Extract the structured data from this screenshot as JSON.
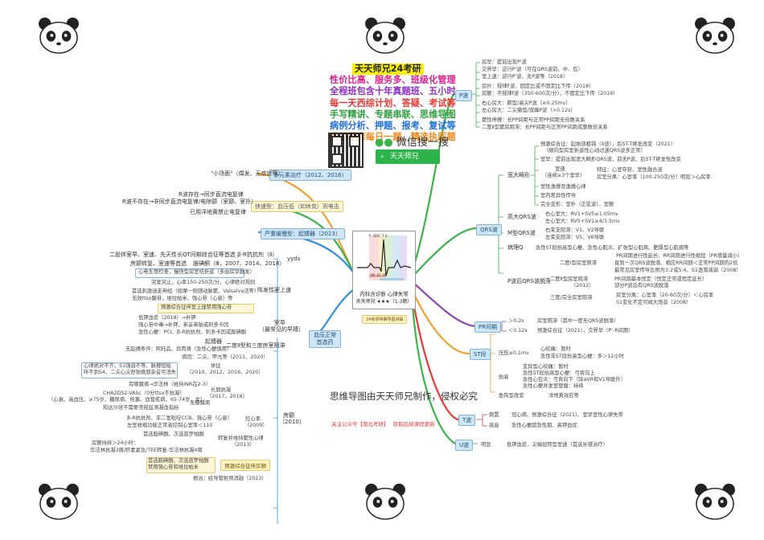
{
  "colors": {
    "accent_green": "#3bb34a",
    "accent_blue": "#2f8fd8",
    "accent_red": "#e53935",
    "accent_orange": "#f0a030",
    "accent_purple": "#8e44ad"
  },
  "promo": {
    "title": "天天师兄24考研",
    "lines": [
      {
        "text": "性价比高、服务多、班级化管理",
        "color": "#e0208f"
      },
      {
        "text": "全程班包含十年真题班、五小时",
        "color": "#8e2fc4"
      },
      {
        "text": "每一天西综计划、答疑、考试等",
        "color": "#e53935"
      },
      {
        "text": "手写精讲、专题串联、思维导图",
        "color": "#2e9e3e"
      },
      {
        "text": "病例分析、押题、报考、复试等",
        "color": "#1e6fd9"
      },
      {
        "text": "内部题库每日一题、精选执医题",
        "color": "#f08a1c"
      }
    ]
  },
  "wechat": {
    "search_label": "微信搜一搜",
    "search_value": "天天师兄"
  },
  "center": {
    "line1": "内科含诊断 心律失常",
    "line2": "天天师兄 ★★★（1-3题）",
    "waves": [
      "P",
      "QRS",
      "T",
      "U",
      "PR",
      "ST",
      "QT"
    ]
  },
  "tag_bottom": "24考研明确导图讲解",
  "watermark": "思维导图由天天师兄制作，侵权必究",
  "footer_note": {
    "prefix": "关注公众号【南北考研】",
    "suffix": "获取后续课程更新"
  },
  "right": {
    "p": {
      "label": "P波",
      "items": [
        "房早：提前出现P'波",
        "交界早：逆行P'波（可在QRS波前、中、后）",
        "室上速：逆行P'波、无P波等（2018）",
        "房扑：规律F波、固定比或不固定比下传（2018）",
        "房颤：不规律f波（350-600次/分），不固定比下传（2019）",
        "右心房大：肺型/高尖P波（≥0.25mv）",
        "左心房大：二尖瓣型/双峰P波（>0.12s）",
        "窦性停搏：长PP间距与正常PP间距无倍数关系",
        "二度Ⅱ型窦房阻滞：长PP间距与正常PP间距成整数倍关系"
      ]
    },
    "qrs": {
      "label": "QRS波",
      "wide": "宽大畸形",
      "wide_items": [
        "预激综合征：起始部粗钝（δ波），后ST-T继发改变（2021）",
        "（顺向型房室折返性心动过速QRS波多正常）",
        "室早：提前出现宽大畸形QRS波、前无P波、后ST-T继发性改变",
        "室速",
        "（连续≥3个室早）",
        "特征：心室夺获、室性融合波",
        "房室分离：心室率（100-250次/分）明显＞心房率",
        "室性逸搏及逸搏心律",
        "室内差异性传导",
        "完全变形：室扑（正弦波）、室颤"
      ],
      "volt": "高大QRS波",
      "volt_items": [
        "右心室大：RV1+SV5≥1.05mv",
        "左心室大：RV5+SV1≥4/3.5mv"
      ],
      "m": "M型QRS波",
      "m_items": [
        "右束支阻滞：V1、V2导联",
        "左束支阻滞：V5、V6导联"
      ],
      "q": "病理Q",
      "q_item": "急性ST段抬高型心梗、急性心肌炎、扩张型心肌病、肥厚型心肌病等",
      "drop": "P波后QRS波脱落",
      "drop_items": [
        "二度Ⅰ型房室阻滞",
        "PR间期进行性延长、RR间期进行性缩短（PR增量减小）",
        "直到一次QRS波脱落、相应RR间期＜正常PP间期的2倍",
        "最常见房室传导比例为3:2或5:4、S1逐渐减弱（2008）",
        "二度Ⅱ型房室阻滞",
        "（2012）",
        "PR间期基本恒定（恒定正常或恒定延长）",
        "部分P波后有QRS波脱落",
        "三度/完全房室阻滞",
        "房室分离：心室率（20-60次/分）＜心房率",
        "S1变化不定可闻大炮音（2008）"
      ]
    },
    "pr": {
      "label": "PR间期",
      "items": [
        "＞0.2s",
        "房室阻滞（其中一度无QRS波脱落）",
        "＜0.12s",
        "预激综合征（2021），交界早（P'-R间期）"
      ]
    },
    "st": {
      "label": "ST段",
      "up": "压低≥0.1mv",
      "up_items": [
        "心绞痛：暂时",
        "急性非ST段抬高型心梗：多＞12小时"
      ],
      "rise": "抬高",
      "rise_items": [
        "变异型心绞痛：暂时",
        "急性ST段抬高型心梗：弓背向上",
        "急性心包炎：弓背向下（除aVR和V1导联外）",
        "急性心梗并发室壁瘤：持续"
      ],
      "fish": "鱼钩型改变",
      "fish_item": "洋地黄效应等"
    },
    "t": {
      "label": "T波",
      "items": [
        "倒置",
        "冠心病、预激综合征（2021）、室早室性心律失常",
        "高耸",
        "急性心梗超急性期、高钾血症"
      ]
    },
    "u": {
      "label": "U波",
      "items": [
        "明显",
        "低钾血症、尖端扭转型室速（首选补镁治疗）"
      ]
    }
  },
  "left": {
    "multi": {
      "label": "多元素治疗（2012、2016）",
      "note": "\"小场面\"（偶发、无症状等）"
    },
    "fast": {
      "label": "快速型：血压低（如休克）则电击",
      "items": [
        "R波存在→同步直流电复律",
        "R波不存在→非同步直流电复律/电除颤（室颤、室扑）",
        "已用洋地黄禁止电复律"
      ]
    },
    "slow": {
      "label": "严重缓慢型：起搏器（2023）"
    },
    "yyds": {
      "label": "yyds",
      "items": [
        "二股伴室早、室速、先天性长QT间期综合征等首选",
        "β-R抗抗剂（Ⅱ）",
        "房颤转复、室速等首选",
        "胺碘酮（Ⅲ，2007、2014、2018）"
      ]
    },
    "svt": {
      "label": "阵发性室上速",
      "items": [
        "心电生理检查，慢快型房室结折返（多由房早触发）",
        "突发突止，心率150-250次/分，心律绝对规则",
        "首选刺激迷走神经（按摩一侧颈动脉窦、Valsalva法等）",
        "无效ttsx腺苷，维拉帕米，强心苷（心衰）等",
        "预激综合征伴室上速禁用强心苷"
      ]
    },
    "vt": {
      "label": "室早",
      "sub": "（最常见的早搏）",
      "items": [
        "低钾血症（2018）→补钾",
        "强心苷中毒→补钾，苯妥英钠或利多卡因",
        "急性心梗：PCI、β-R抗抗剂、利多卡因或胺碘酮"
      ]
    },
    "bp": {
      "label": "血压正常首选药"
    },
    "pace": {
      "label": "起搏器",
      "item": "二度Ⅱ型和三度房室阻滞",
      "extra": "无起搏条件：阿托品、异丙肾（急性心梗慎用）"
    },
    "af": {
      "label": "房颤",
      "sub": "（2010）",
      "items": [
        "病因：二尖、甲亢等（2011、2020）",
        "心律绝对不齐、S1强弱不等、脉搏短绌",
        "听不到S4、二尖心尖舒张晚期杂音可消失",
        "体征",
        "（2010、2012、2019、2020）",
        "有哪膜病→华法林（维持INR在2-3）",
        "CHA2DS2-VASc（0分ttsx不抗凝）",
        "（心衰、高血压、≥75岁、糖尿病、栓塞、血管疾病、65-74岁、女）",
        "和达沙班不需要常规监测凝血指标",
        "长期抗凝",
        "（2017、2018）",
        "无瓣膜病",
        "β-R抗抗剂、非二氢吡啶CCB、强心苷（心衰）",
        "左室收缩功能正常者控制心室率＜110",
        "控心率",
        "（2009）",
        "首选胺碘酮、次选普罗帕酮",
        "转复并维持窦性心律",
        "（2013）",
        "房颤持续＞24小时：",
        "华法林抗凝3周/肝素紧急/TEE转复-华法林抗凝4周",
        "首选胺碘酮，次选普罗帕酮",
        "禁用强心苷和维拉帕米",
        "预激综合征伴房颤",
        "根治：经导管射频消融（2023）"
      ]
    }
  }
}
